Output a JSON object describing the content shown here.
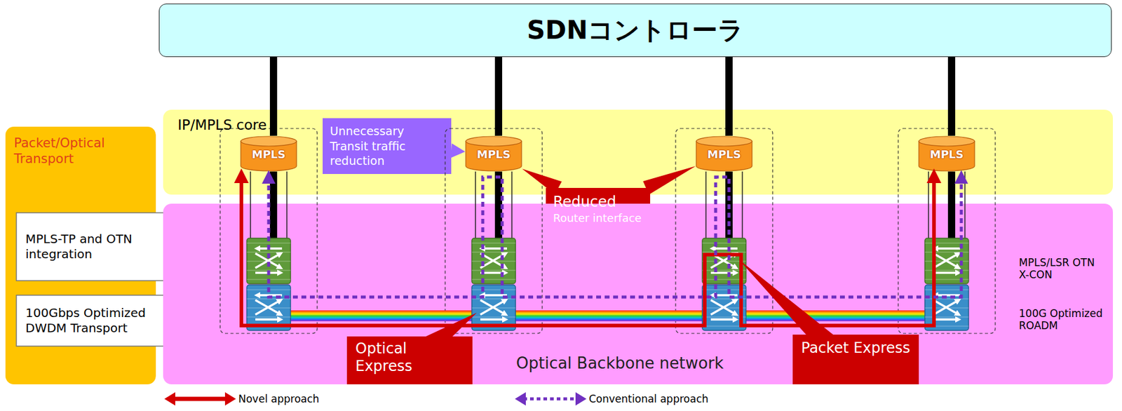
{
  "diagram": {
    "nodes": [
      {
        "text": [
          "SDNコントローラ"
        ]
      },
      {
        "text": [
          "Packet/Optical Transport"
        ]
      },
      {
        "text": [
          "MPLS-TP and OTN integration"
        ],
        "in": 1
      },
      {
        "text": [
          "100Gbps Optimized DWDM Transport"
        ],
        "in": 1
      },
      {
        "text": [
          "IP/MPLS core"
        ]
      },
      {
        "text": [
          "MPLS"
        ],
        "in": 4
      },
      {
        "text": [
          "MPLS"
        ],
        "in": 4
      },
      {
        "text": [
          "MPLS"
        ],
        "in": 4
      },
      {
        "text": [
          "MPLS"
        ],
        "in": 4
      },
      {
        "text": [
          "Unnecessary Transit traffic reduction"
        ]
      },
      {
        "text": [
          "Reduced",
          "Router interface"
        ]
      },
      {
        "text": [
          "Optical Backbone network"
        ]
      },
      {
        "text": [
          "Optical Express"
        ],
        "in": 11
      },
      {
        "text": [
          "Packet Express"
        ],
        "in": 11
      }
    ],
    "edges": [
      {
        "from": 9,
        "to": 6,
        "arrow": "none"
      },
      {
        "from": 10,
        "to": 6,
        "arrow": "none"
      },
      {
        "from": 10,
        "to": 7,
        "arrow": "none"
      }
    ],
    "labels": [
      "MPLS/LSR OTN X-CON",
      "100G Optimized ROADM"
    ],
    "legend": [
      {
        "text": "Novel approach"
      },
      {
        "text": "Conventional approach"
      }
    ]
  }
}
